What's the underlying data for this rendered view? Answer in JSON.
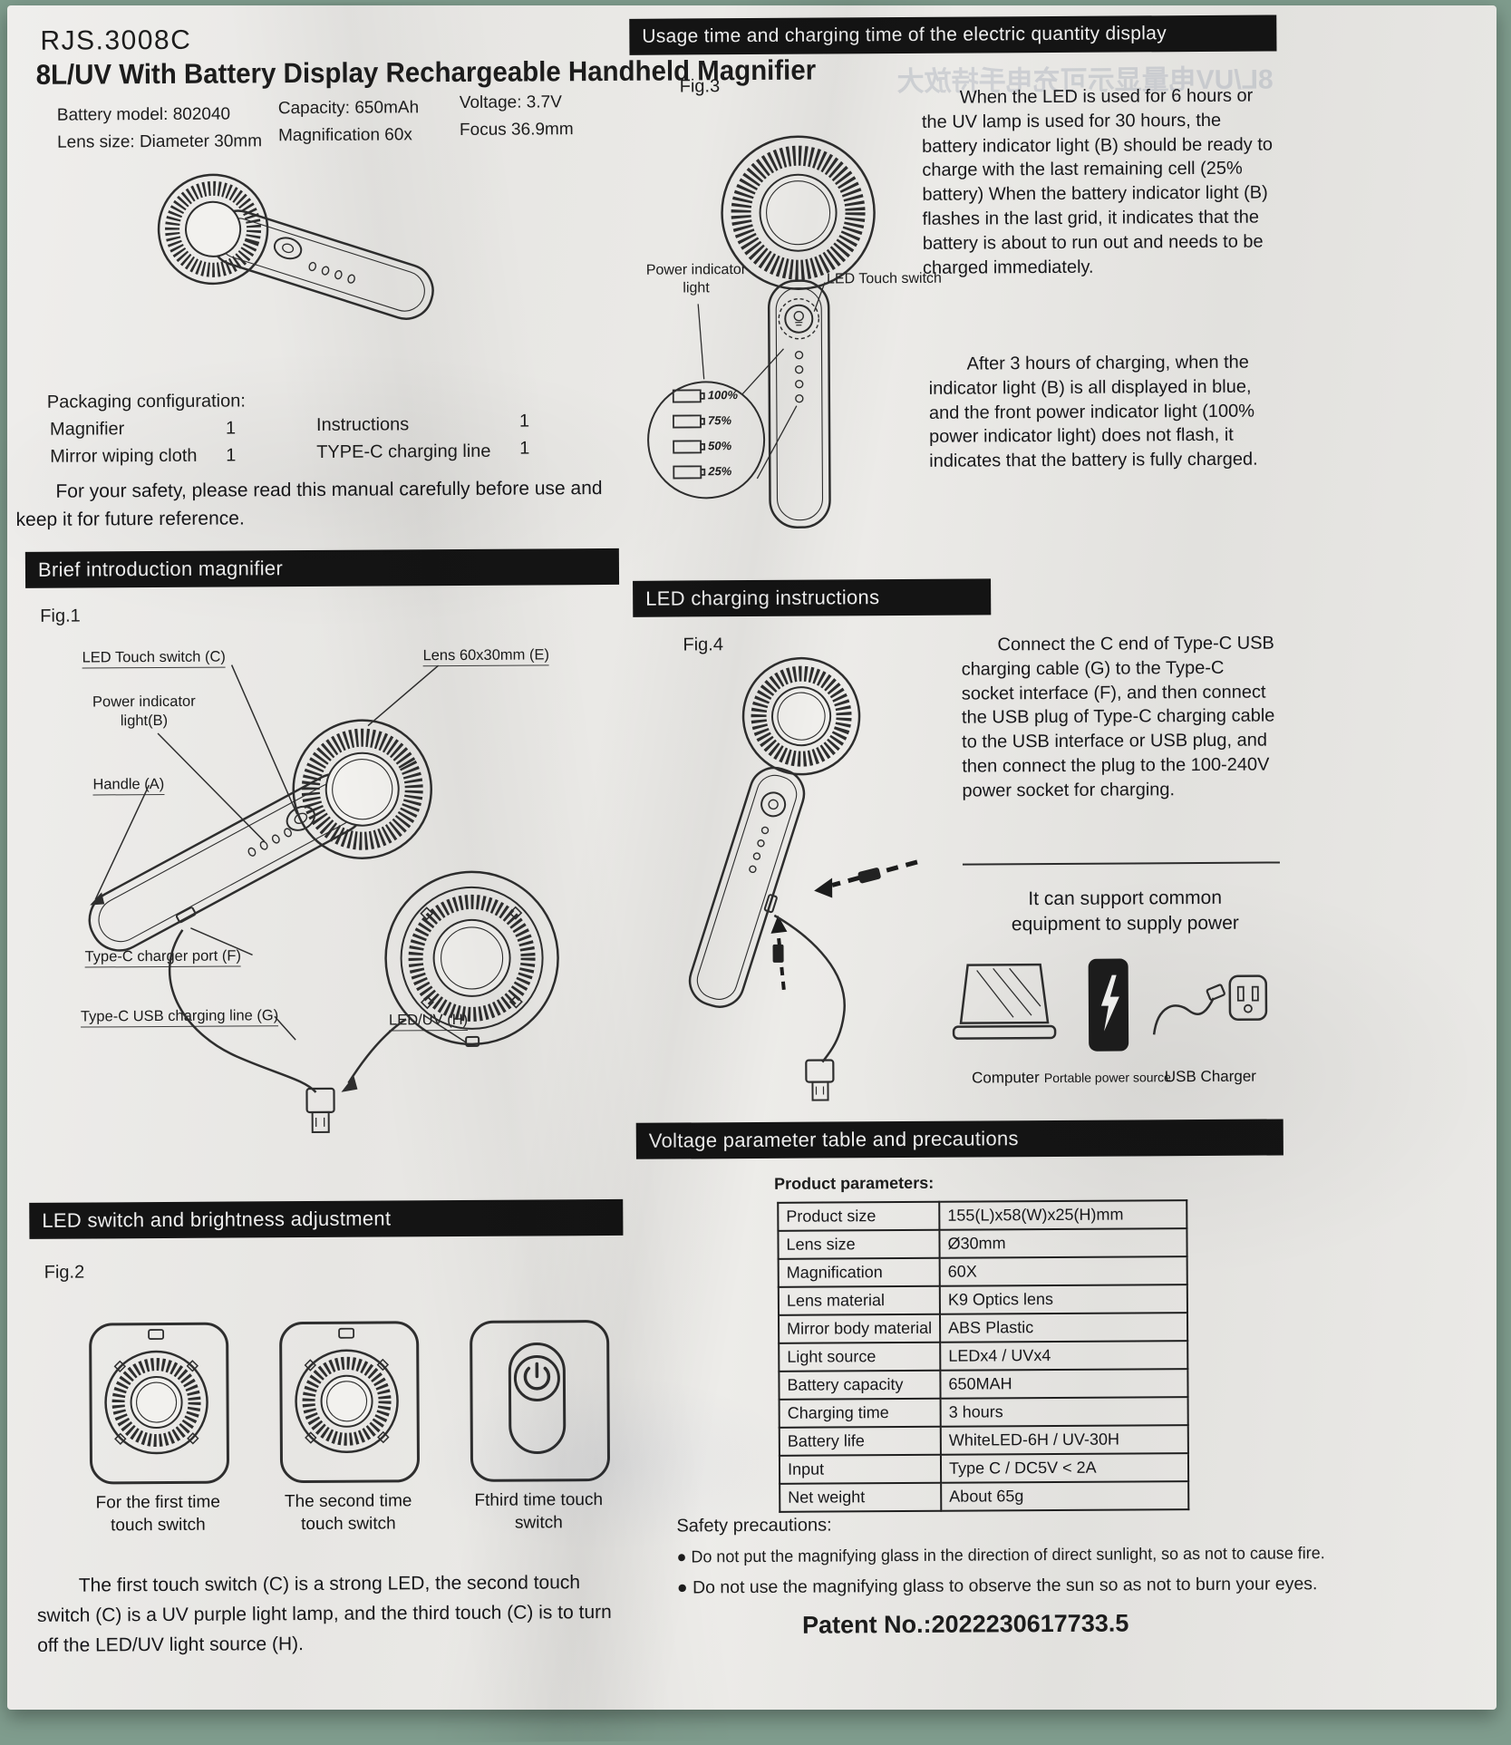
{
  "page": {
    "model": "RJS.3008C",
    "title": "8L/UV With Battery Display Rechargeable Handheld Magnifier"
  },
  "specs": {
    "battery_model": "Battery model: 802040",
    "lens_size": "Lens size:  Diameter 30mm",
    "capacity": "Capacity: 650mAh",
    "magnification": "Magnification   60x",
    "voltage": "Voltage: 3.7V",
    "focus": "Focus  36.9mm"
  },
  "packaging": {
    "title": "Packaging configuration:",
    "item1": "Magnifier",
    "qty1": "1",
    "item2": "Instructions",
    "qty2": "1",
    "item3": "Mirror wiping cloth",
    "qty3": "1",
    "item4": "TYPE-C charging line",
    "qty4": "1",
    "note": "For your safety, please read this manual carefully before use and keep it for future reference."
  },
  "sections": {
    "brief": "Brief introduction magnifier",
    "led_switch": "LED switch and brightness adjustment",
    "usage": "Usage time and charging time of the electric quantity display",
    "charging": "LED charging instructions",
    "voltage": "Voltage parameter table and precautions"
  },
  "fig1": {
    "label": "Fig.1",
    "led_touch": "LED Touch switch (C)",
    "lens": "Lens 60x30mm (E)",
    "power_indicator": "Power indicator light(B)",
    "handle": "Handle (A)",
    "typec_port": "Type-C charger port (F)",
    "typec_line": "Type-C USB charging line (G)",
    "led_uv": "LED/UV (H)"
  },
  "fig2": {
    "label": "Fig.2",
    "caption1": "For the first time touch switch",
    "caption2": "The second time touch switch",
    "caption3": "Fthird time touch switch",
    "body": "The first touch switch (C) is a strong LED, the second touch switch (C) is a UV purple light lamp, and the third touch (C) is to turn off the LED/UV light source (H)."
  },
  "fig3": {
    "label": "Fig.3",
    "power_indicator": "Power indicator light",
    "led_touch": "LED Touch switch",
    "percents": [
      "100%",
      "75%",
      "50%",
      "25%"
    ],
    "para1": "When the LED is used for 6 hours or the UV lamp is used for 30 hours, the battery indicator light (B) should be ready to charge with the last remaining cell (25% battery) When the battery indicator light (B) flashes in the last grid, it indicates that the battery is about to run out and needs to be charged immediately.",
    "para2": "After 3 hours of charging, when the indicator light (B) is all displayed in blue, and the front power indicator light (100% power indicator light) does not flash, it indicates that the battery is fully charged."
  },
  "fig4": {
    "label": "Fig.4",
    "para": "Connect the C end of Type-C USB charging cable (G) to the Type-C socket interface (F), and then connect the USB plug of Type-C charging cable to the USB interface or USB plug, and then connect the plug to the 100-240V power socket for charging.",
    "support": "It can support common equipment to supply power",
    "device1": "Computer",
    "device2": "Portable power source",
    "device3": "USB Charger"
  },
  "parameters": {
    "title": "Product parameters:",
    "rows": [
      {
        "label": "Product size",
        "value": "155(L)x58(W)x25(H)mm"
      },
      {
        "label": "Lens size",
        "value": "Ø30mm"
      },
      {
        "label": "Magnification",
        "value": "60X"
      },
      {
        "label": "Lens material",
        "value": "K9 Optics lens"
      },
      {
        "label": "Mirror body material",
        "value": "ABS Plastic"
      },
      {
        "label": "Light source",
        "value": "LEDx4 / UVx4"
      },
      {
        "label": "Battery capacity",
        "value": "650MAH"
      },
      {
        "label": "Charging time",
        "value": "3 hours"
      },
      {
        "label": "Battery life",
        "value": "WhiteLED-6H / UV-30H"
      },
      {
        "label": "Input",
        "value": "Type C / DC5V < 2A"
      },
      {
        "label": "Net weight",
        "value": "About 65g"
      }
    ]
  },
  "safety": {
    "title": "Safety precautions:",
    "bullet1": "● Do not put the magnifying glass in the direction of direct sunlight, so as not to cause fire.",
    "bullet2": "● Do not use the magnifying glass to observe the sun so as not to burn your eyes.",
    "patent_spacer": ""
  },
  "patent": "Patent No.:2022230617733.5",
  "bleedthrough": "8L/UV电量显示可充电手持放大"
}
